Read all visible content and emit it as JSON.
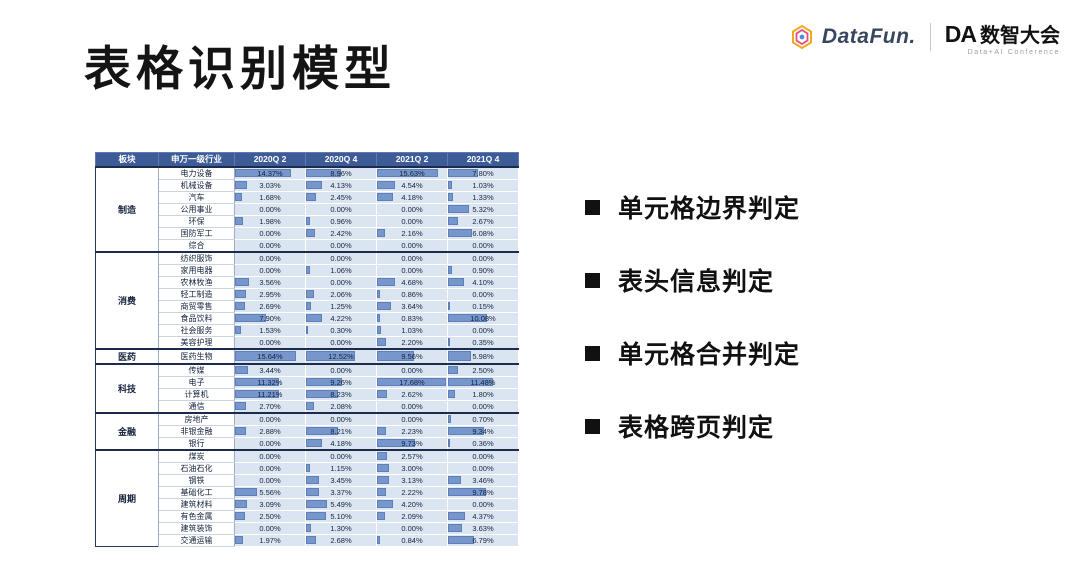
{
  "slide": {
    "title": "表格识别模型"
  },
  "logos": {
    "datafun_text": "DataFun.",
    "da_mark": "DA",
    "da_name": "数智大会",
    "da_subtitle": "Data+AI Conference"
  },
  "bullets": [
    "单元格边界判定",
    "表头信息判定",
    "单元格合并判定",
    "表格跨页判定"
  ],
  "chart_data": {
    "type": "table",
    "title": "申万一级行业持仓占比数据条表格",
    "columns": [
      "板块",
      "申万一级行业",
      "2020Q 2",
      "2020Q 4",
      "2021Q 2",
      "2021Q 4"
    ],
    "bar_max": 18,
    "colors": {
      "header_bg": "#3d5c97",
      "cell_bg": "#dbe5f2",
      "bar_fill": "#7796cb"
    },
    "groups": [
      {
        "name": "制造",
        "rows": [
          {
            "industry": "电力设备",
            "values": [
              14.37,
              8.96,
              15.63,
              7.8
            ]
          },
          {
            "industry": "机械设备",
            "values": [
              3.03,
              4.13,
              4.54,
              1.03
            ]
          },
          {
            "industry": "汽车",
            "values": [
              1.68,
              2.45,
              4.18,
              1.33
            ]
          },
          {
            "industry": "公用事业",
            "values": [
              0.0,
              0.0,
              0.0,
              5.32
            ]
          },
          {
            "industry": "环保",
            "values": [
              1.98,
              0.96,
              0.0,
              2.67
            ]
          },
          {
            "industry": "国防军工",
            "values": [
              0.0,
              2.42,
              2.16,
              6.08
            ]
          },
          {
            "industry": "综合",
            "values": [
              0.0,
              0.0,
              0.0,
              0.0
            ]
          }
        ]
      },
      {
        "name": "消费",
        "rows": [
          {
            "industry": "纺织服饰",
            "values": [
              0.0,
              0.0,
              0.0,
              0.0
            ]
          },
          {
            "industry": "家用电器",
            "values": [
              0.0,
              1.06,
              0.0,
              0.9
            ]
          },
          {
            "industry": "农林牧渔",
            "values": [
              3.56,
              0.0,
              4.68,
              4.1
            ]
          },
          {
            "industry": "轻工制造",
            "values": [
              2.95,
              2.06,
              0.86,
              0.0
            ]
          },
          {
            "industry": "商贸零售",
            "values": [
              2.69,
              1.25,
              3.64,
              0.15
            ]
          },
          {
            "industry": "食品饮料",
            "values": [
              7.9,
              4.22,
              0.83,
              10.08
            ]
          },
          {
            "industry": "社会服务",
            "values": [
              1.53,
              0.3,
              1.03,
              0.0
            ]
          },
          {
            "industry": "美容护理",
            "values": [
              0.0,
              0.0,
              2.2,
              0.35
            ]
          }
        ]
      },
      {
        "name": "医药",
        "rows": [
          {
            "industry": "医药生物",
            "values": [
              15.64,
              12.52,
              9.56,
              5.98
            ]
          }
        ]
      },
      {
        "name": "科技",
        "rows": [
          {
            "industry": "传媒",
            "values": [
              3.44,
              0.0,
              0.0,
              2.5
            ]
          },
          {
            "industry": "电子",
            "values": [
              11.32,
              9.26,
              17.68,
              11.48
            ]
          },
          {
            "industry": "计算机",
            "values": [
              11.21,
              8.23,
              2.62,
              1.8
            ]
          },
          {
            "industry": "通信",
            "values": [
              2.7,
              2.08,
              0.0,
              0.0
            ]
          }
        ]
      },
      {
        "name": "金融",
        "rows": [
          {
            "industry": "房地产",
            "values": [
              0.0,
              0.0,
              0.0,
              0.7
            ]
          },
          {
            "industry": "非银金融",
            "values": [
              2.88,
              8.21,
              2.23,
              9.34
            ]
          },
          {
            "industry": "银行",
            "values": [
              0.0,
              4.18,
              9.73,
              0.36
            ]
          }
        ]
      },
      {
        "name": "周期",
        "rows": [
          {
            "industry": "煤炭",
            "values": [
              0.0,
              0.0,
              2.57,
              0.0
            ]
          },
          {
            "industry": "石油石化",
            "values": [
              0.0,
              1.15,
              3.0,
              0.0
            ]
          },
          {
            "industry": "钢铁",
            "values": [
              0.0,
              3.45,
              3.13,
              3.46
            ]
          },
          {
            "industry": "基础化工",
            "values": [
              5.56,
              3.37,
              2.22,
              9.78
            ]
          },
          {
            "industry": "建筑材料",
            "values": [
              3.09,
              5.49,
              4.2,
              0.0
            ]
          },
          {
            "industry": "有色金属",
            "values": [
              2.5,
              5.1,
              2.09,
              4.37
            ]
          },
          {
            "industry": "建筑装饰",
            "values": [
              0.0,
              1.3,
              0.0,
              3.63
            ]
          },
          {
            "industry": "交通运输",
            "values": [
              1.97,
              2.68,
              0.84,
              6.79
            ]
          }
        ]
      }
    ]
  }
}
